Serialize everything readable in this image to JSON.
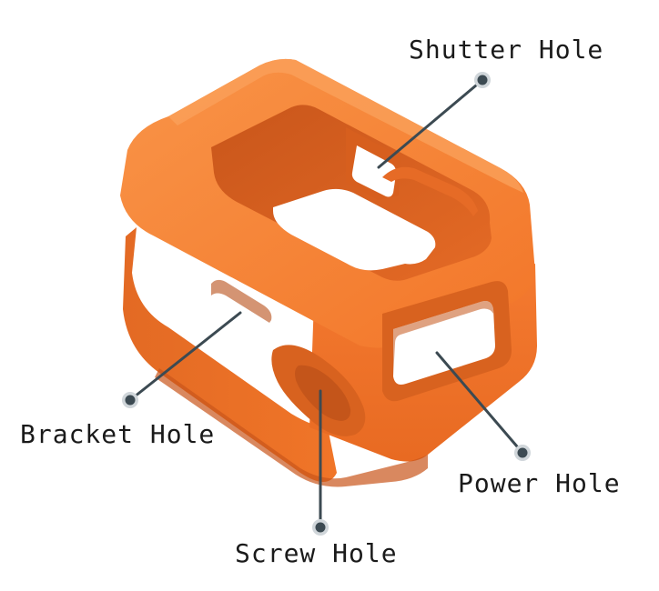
{
  "labels": {
    "shutter_hole": "Shutter Hole",
    "bracket_hole": "Bracket Hole",
    "power_hole": "Power Hole",
    "screw_hole": "Screw Hole"
  },
  "colors": {
    "foam_body": "#f47a30",
    "foam_top": "#f88a40",
    "foam_shadow": "#d8621f",
    "foam_deep": "#c4551a",
    "leader_line": "#3c4a52",
    "callout_dot": "#3c4a52",
    "callout_dot_ring": "#d0d6da",
    "label_text": "#1a1a1a"
  }
}
